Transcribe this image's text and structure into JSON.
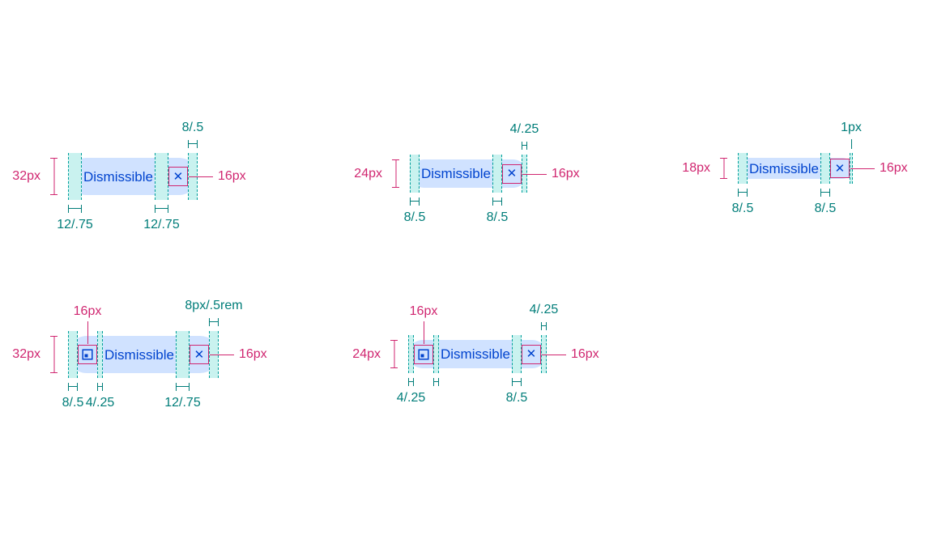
{
  "colors": {
    "canvas_bg": "#ffffff",
    "tag_bg": "#d0e2ff",
    "tag_text": "#0043ce",
    "highlight_fill": "#c9f2ef",
    "highlight_border": "#009d9a",
    "teal_text": "#007d79",
    "magenta": "#d02670"
  },
  "icons": {
    "close": "✕"
  },
  "figures": [
    {
      "variant": "large-32px",
      "tag_label": "Dismissible",
      "size_label": "32px",
      "top_label": "8/.5",
      "close_target_label": "16px",
      "bottom_left_label": "12/.75",
      "bottom_right_label": "12/.75"
    },
    {
      "variant": "medium-24px",
      "tag_label": "Dismissible",
      "size_label": "24px",
      "top_label": "4/.25",
      "close_target_label": "16px",
      "bottom_left_label": "8/.5",
      "bottom_right_label": "8/.5"
    },
    {
      "variant": "small-18px",
      "tag_label": "Dismissible",
      "size_label": "18px",
      "top_label": "1px",
      "close_target_label": "16px",
      "bottom_left_label": "8/.5",
      "bottom_right_label": "8/.5"
    },
    {
      "variant": "large-32px-with-icon",
      "tag_label": "Dismissible",
      "size_label": "32px",
      "icon_target_label": "16px",
      "top_label": "8px/.5rem",
      "close_target_label": "16px",
      "bottom_labels": [
        "8/.5",
        "4/.25",
        "12/.75"
      ]
    },
    {
      "variant": "medium-24px-with-icon",
      "tag_label": "Dismissible",
      "size_label": "24px",
      "icon_target_label": "16px",
      "top_label": "4/.25",
      "close_target_label": "16px",
      "bottom_labels": [
        "4/.25",
        "8/.5"
      ]
    }
  ]
}
